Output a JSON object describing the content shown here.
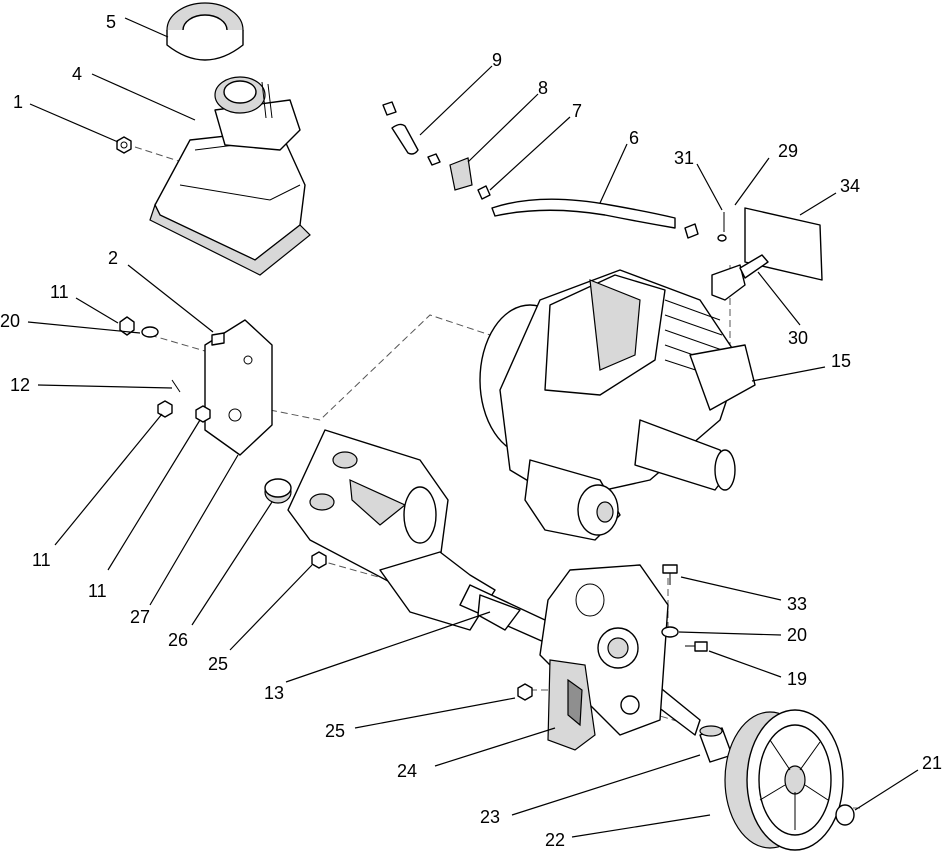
{
  "callouts": [
    {
      "id": "c1",
      "label": "1"
    },
    {
      "id": "c2",
      "label": "2"
    },
    {
      "id": "c4",
      "label": "4"
    },
    {
      "id": "c5",
      "label": "5"
    },
    {
      "id": "c6",
      "label": "6"
    },
    {
      "id": "c7",
      "label": "7"
    },
    {
      "id": "c8",
      "label": "8"
    },
    {
      "id": "c9",
      "label": "9"
    },
    {
      "id": "c11a",
      "label": "11"
    },
    {
      "id": "c11b",
      "label": "11"
    },
    {
      "id": "c11c",
      "label": "11"
    },
    {
      "id": "c12",
      "label": "12"
    },
    {
      "id": "c13",
      "label": "13"
    },
    {
      "id": "c15",
      "label": "15"
    },
    {
      "id": "c19",
      "label": "19"
    },
    {
      "id": "c20a",
      "label": "20"
    },
    {
      "id": "c20b",
      "label": "20"
    },
    {
      "id": "c21",
      "label": "21"
    },
    {
      "id": "c22",
      "label": "22"
    },
    {
      "id": "c23",
      "label": "23"
    },
    {
      "id": "c24",
      "label": "24"
    },
    {
      "id": "c25a",
      "label": "25"
    },
    {
      "id": "c25b",
      "label": "25"
    },
    {
      "id": "c26",
      "label": "26"
    },
    {
      "id": "c27",
      "label": "27"
    },
    {
      "id": "c29",
      "label": "29"
    },
    {
      "id": "c30",
      "label": "30"
    },
    {
      "id": "c31",
      "label": "31"
    },
    {
      "id": "c33",
      "label": "33"
    },
    {
      "id": "c34",
      "label": "34"
    }
  ]
}
